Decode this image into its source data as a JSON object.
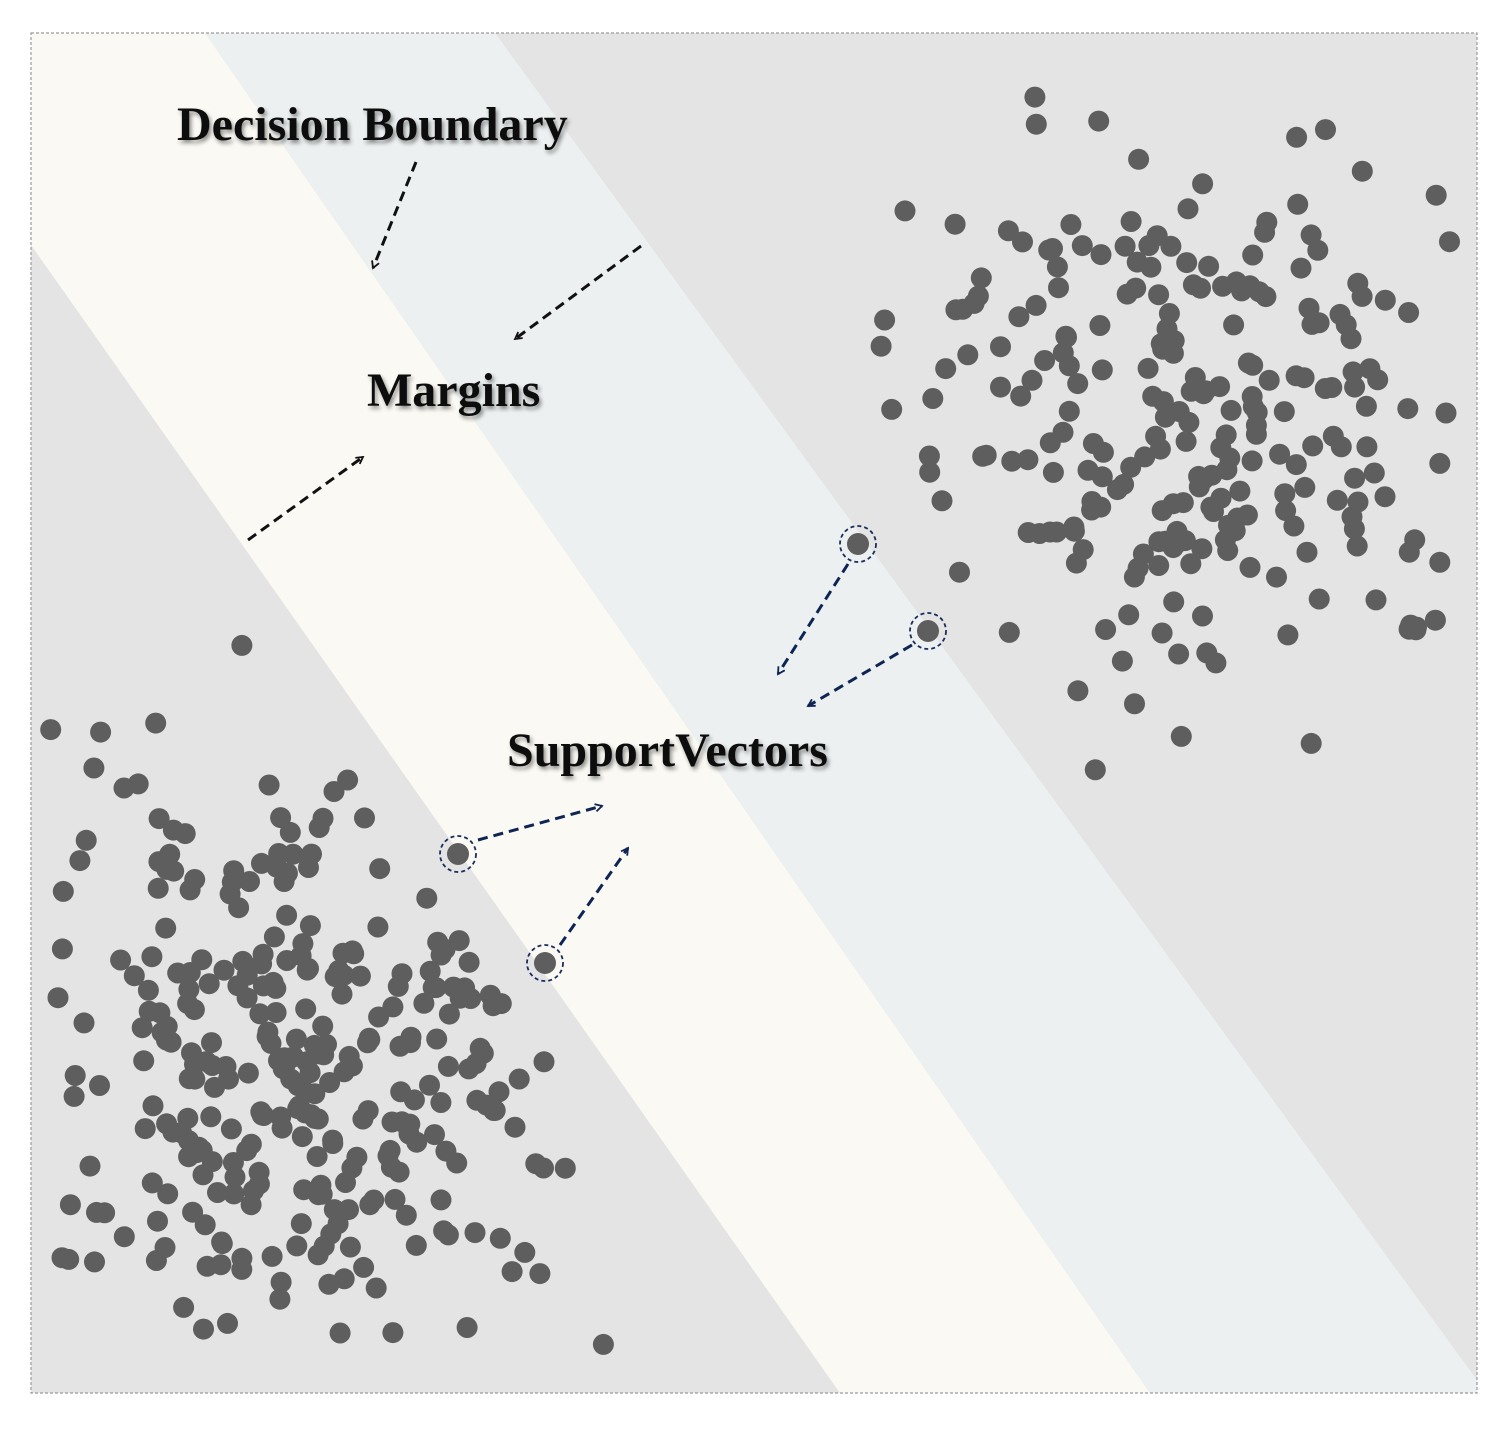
{
  "labels": {
    "decision_boundary": "Decision Boundary",
    "margins": "Margins",
    "support_vectors": "SupportVectors"
  },
  "colors": {
    "background": "#e4e4e4",
    "margin_band_light": "#fbf9f3",
    "margin_band_blue": "#ecf0f0",
    "point": "#5e5e5e",
    "arrow_black": "#111111",
    "arrow_navy": "#0d2454",
    "frame": "#9a9a9a"
  },
  "clusters": {
    "upper_right_class": {
      "description_count": 240
    },
    "lower_left_class": {
      "description_count": 300
    }
  },
  "support_vectors": {
    "count": 4
  }
}
